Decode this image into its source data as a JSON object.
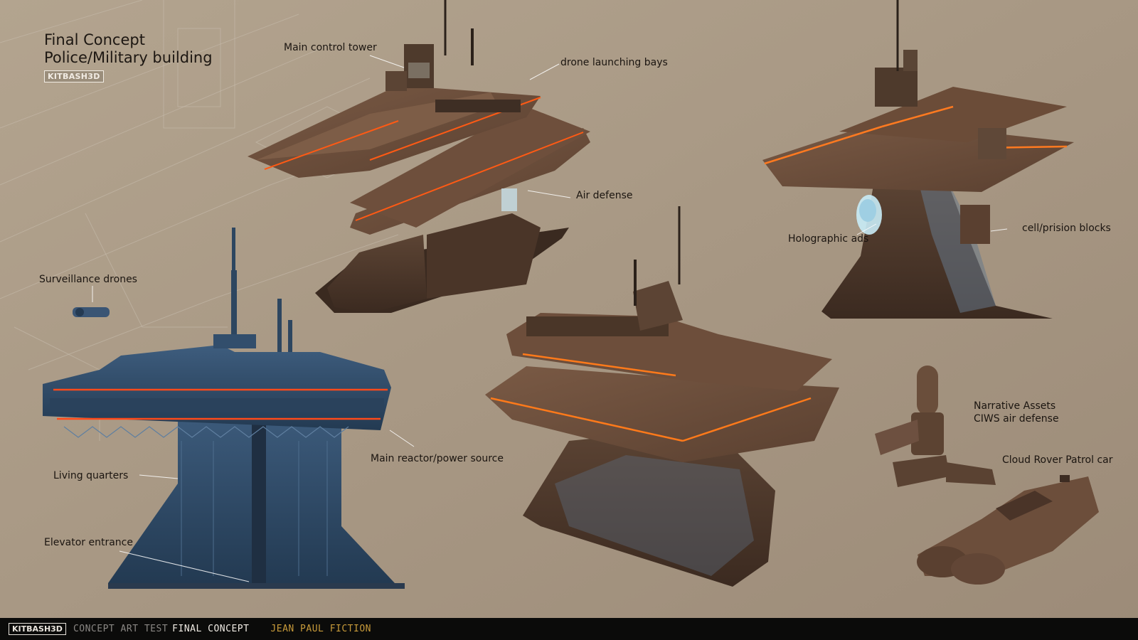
{
  "header": {
    "title_line1": "Final Concept",
    "title_line2": "Police/Military building",
    "badge": "KITBASH3D"
  },
  "callouts": {
    "main_control_tower": "Main control tower",
    "drone_launching_bays": "drone launching bays",
    "air_defense": "Air defense",
    "holographic_ads": "Holographic ads",
    "cell_prision_blocks": "cell/prision blocks",
    "surveillance_drones": "Surveillance drones",
    "main_reactor": "Main reactor/power source",
    "living_quarters": "Living quarters",
    "elevator_entrance": "Elevator entrance",
    "narrative_assets": "Narrative Assets\nCIWS air defense",
    "cloud_rover": "Cloud Rover Patrol car"
  },
  "footer": {
    "logo": "KITBASH3D",
    "concept": "CONCEPT ART TEST",
    "final": "FINAL CONCEPT",
    "artist": "JEAN PAUL FICTION"
  },
  "colors": {
    "background": "#a89885",
    "hull_brown": "#5a4232",
    "hull_dark": "#3d2b20",
    "blueprint_blue": "#2f4a66",
    "neon_orange": "#ff6a1a",
    "hologram_cyan": "#bfe8f5",
    "footer_gold": "#c79a3a"
  }
}
